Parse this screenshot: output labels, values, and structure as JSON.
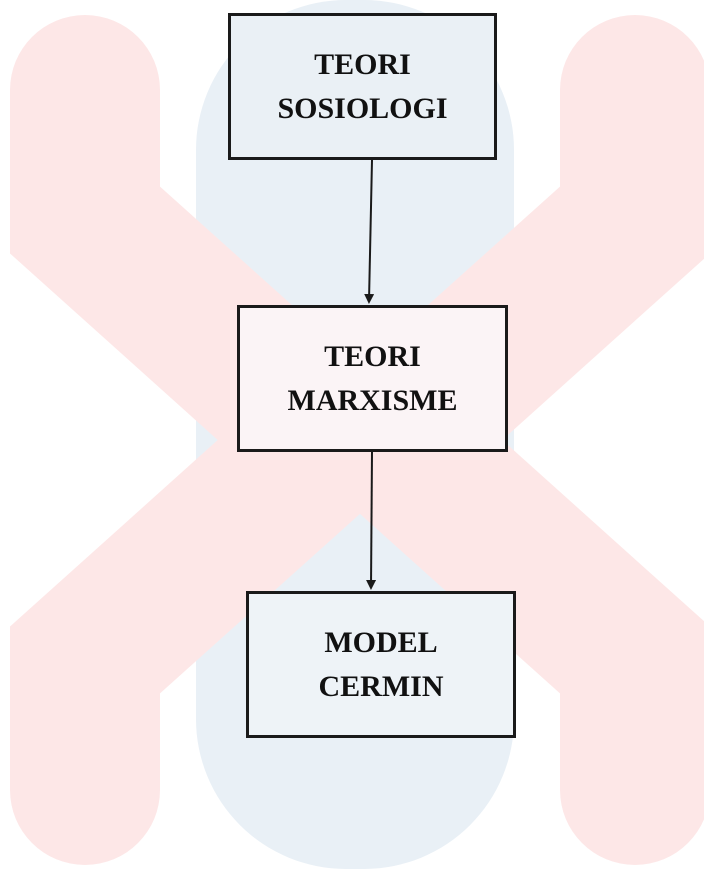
{
  "nodes": [
    {
      "id": "teori-sosiologi",
      "lines": [
        "TEORI",
        "SOSIOLOGI"
      ]
    },
    {
      "id": "teori-marxisme",
      "lines": [
        "TEORI",
        "MARXISME"
      ]
    },
    {
      "id": "model-cermin",
      "lines": [
        "MODEL",
        "CERMIN"
      ]
    }
  ],
  "edges": [
    {
      "from": "teori-sosiologi",
      "to": "teori-marxisme"
    },
    {
      "from": "teori-marxisme",
      "to": "model-cermin"
    }
  ],
  "colors": {
    "border": "#1a1a1a",
    "text": "#111111",
    "watermark_red": "#fde7e7",
    "watermark_blue": "#e9f0f6"
  }
}
